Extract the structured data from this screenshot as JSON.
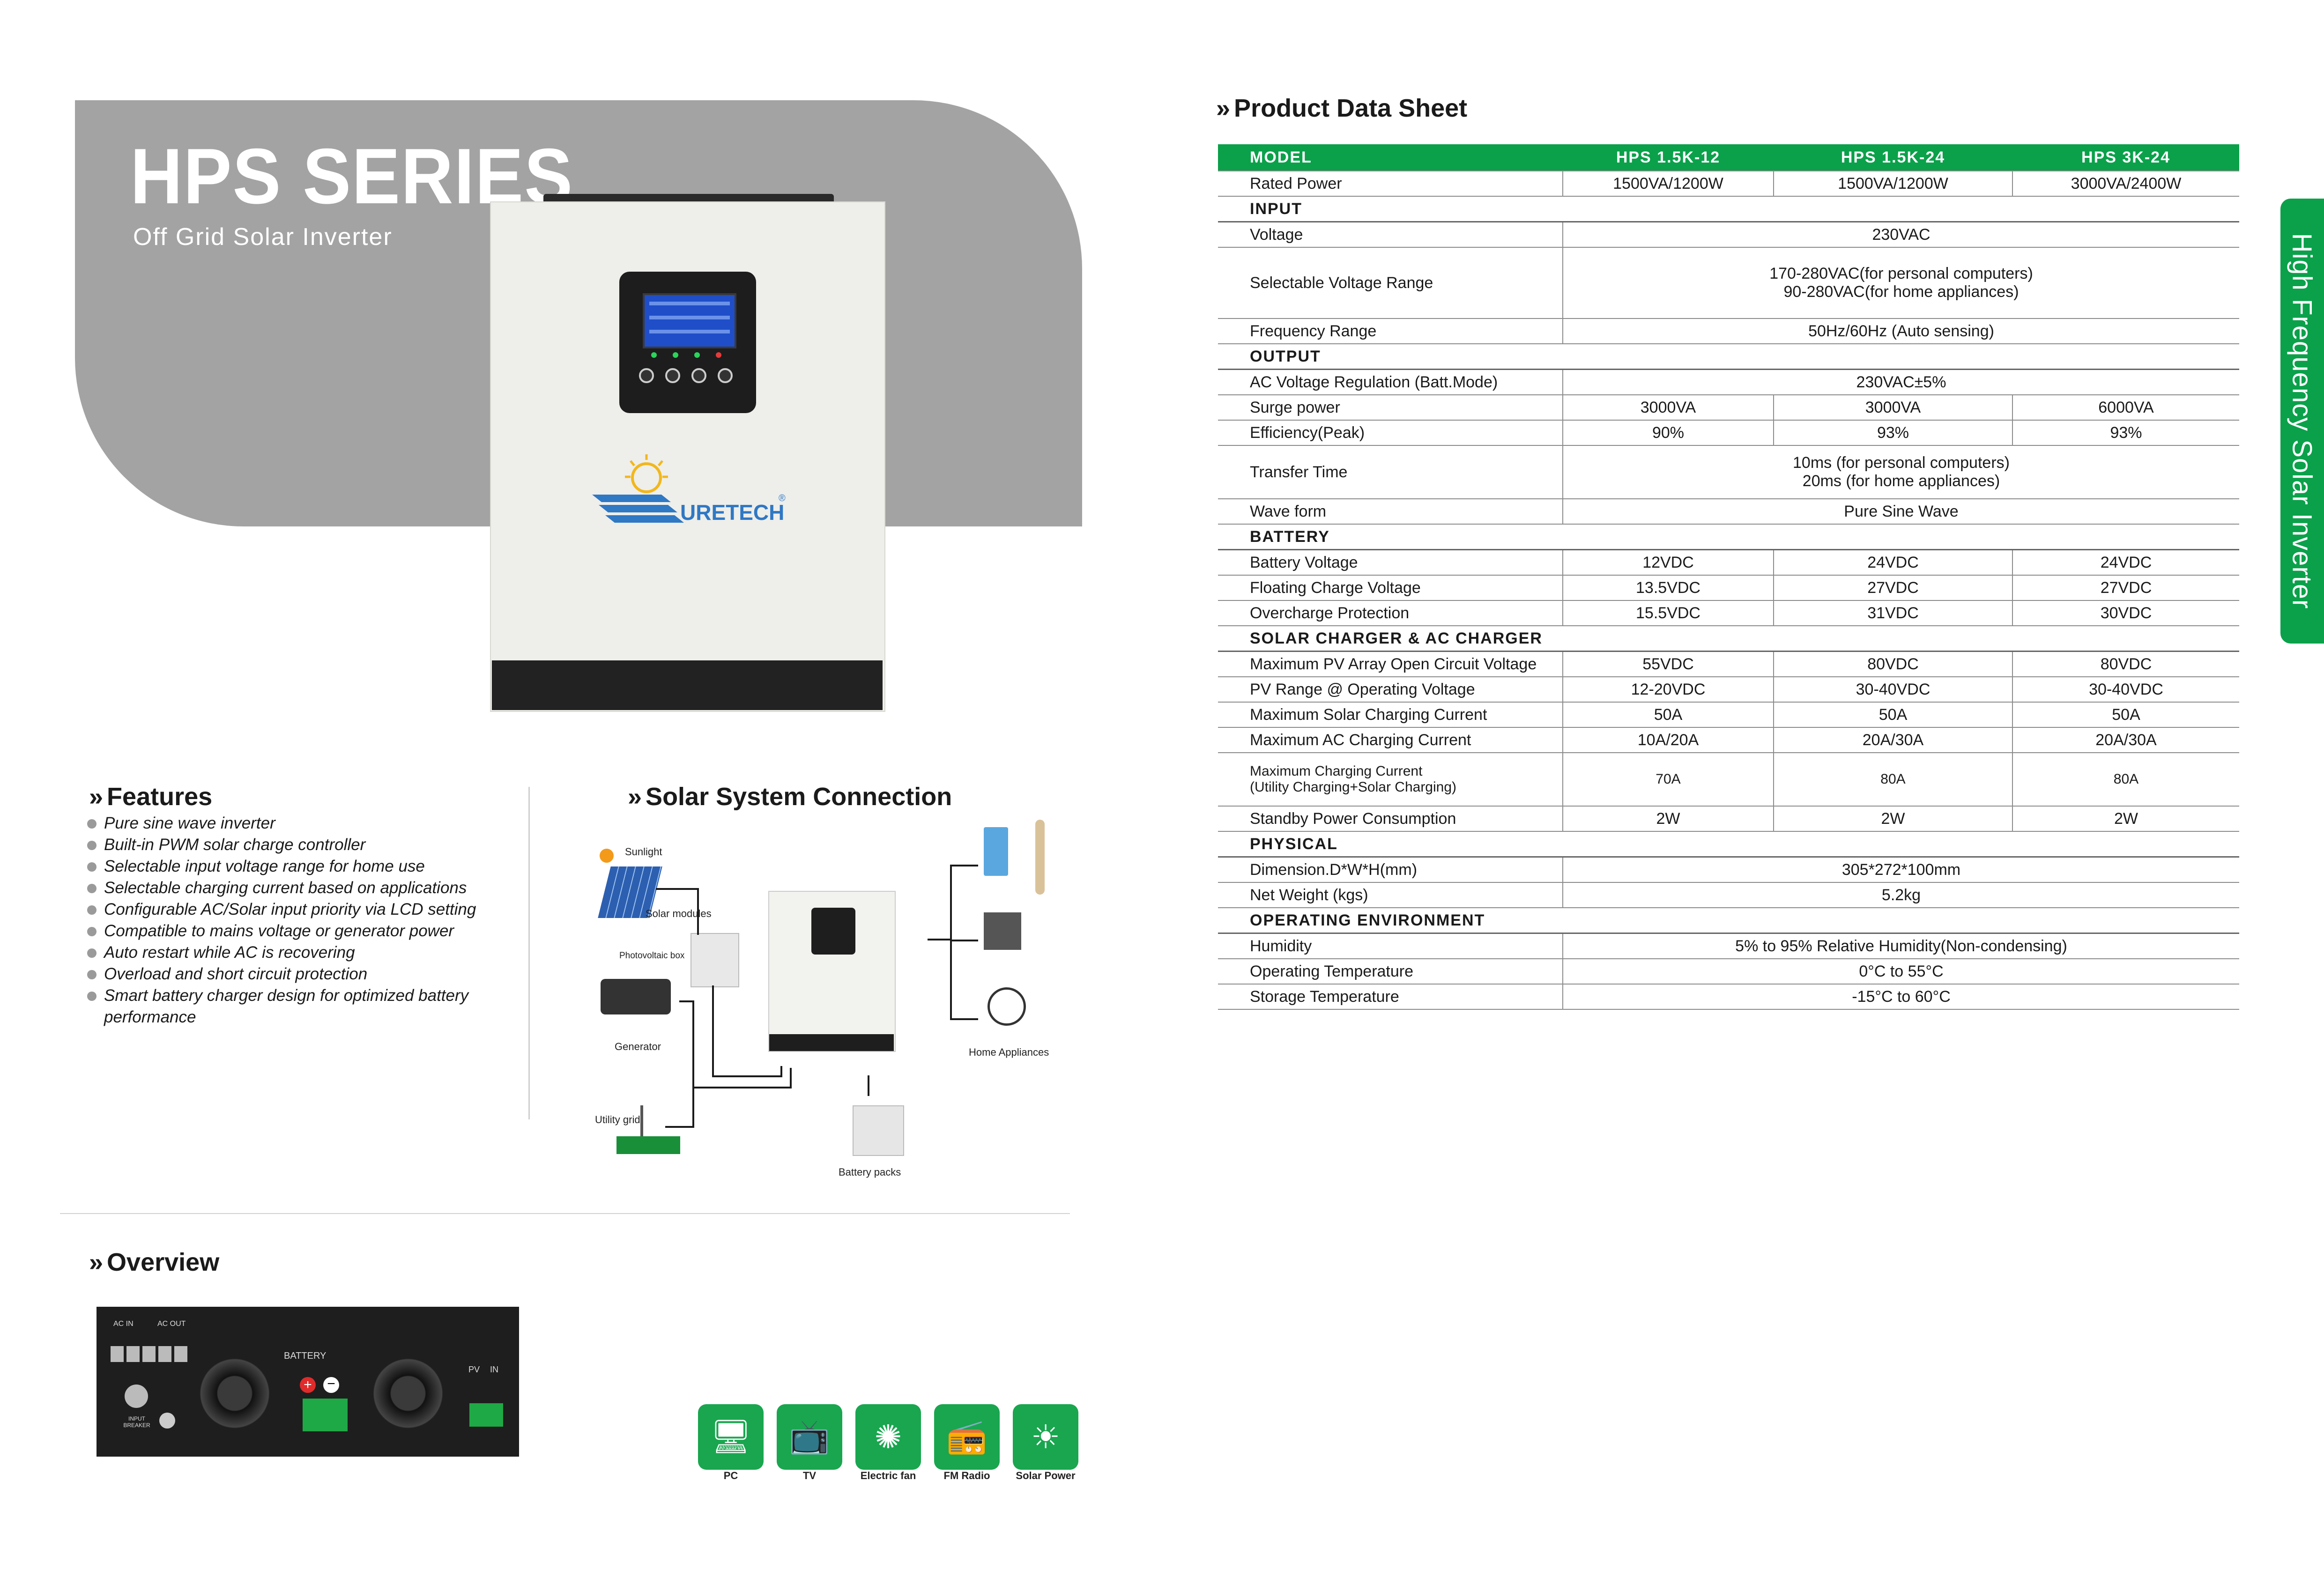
{
  "hero": {
    "title": "HPS SERIES",
    "subtitle": "Off Grid Solar Inverter",
    "brand": "URETECH",
    "brand_mark": "®"
  },
  "datasheet": {
    "heading": "Product Data Sheet",
    "side_tab": "High Frequency Solar Inverter",
    "header": [
      "MODEL",
      "HPS 1.5K-12",
      "HPS 1.5K-24",
      "HPS 3K-24"
    ],
    "rows": [
      {
        "kind": "row3",
        "label": "Rated Power",
        "values": [
          "1500VA/1200W",
          "1500VA/1200W",
          "3000VA/2400W"
        ]
      },
      {
        "kind": "section",
        "label": "INPUT"
      },
      {
        "kind": "span",
        "label": "Voltage",
        "value": "230VAC"
      },
      {
        "kind": "span2",
        "label": "Selectable Voltage Range",
        "value": "170-280VAC(for personal computers)",
        "value2": "90-280VAC(for home appliances)"
      },
      {
        "kind": "span",
        "label": "Frequency Range",
        "value": "50Hz/60Hz (Auto sensing)"
      },
      {
        "kind": "section",
        "label": "OUTPUT"
      },
      {
        "kind": "span",
        "label": "AC Voltage Regulation (Batt.Mode)",
        "value": "230VAC±5%"
      },
      {
        "kind": "row3",
        "label": "Surge power",
        "values": [
          "3000VA",
          "3000VA",
          "6000VA"
        ]
      },
      {
        "kind": "row3",
        "label": "Efficiency(Peak)",
        "values": [
          "90%",
          "93%",
          "93%"
        ]
      },
      {
        "kind": "span2m",
        "label": "Transfer Time",
        "value": "10ms (for personal computers)",
        "value2": "20ms (for home appliances)"
      },
      {
        "kind": "span",
        "label": "Wave form",
        "value": "Pure Sine Wave"
      },
      {
        "kind": "section",
        "label": "BATTERY"
      },
      {
        "kind": "row3",
        "label": "Battery Voltage",
        "values": [
          "12VDC",
          "24VDC",
          "24VDC"
        ]
      },
      {
        "kind": "row3",
        "label": "Floating Charge Voltage",
        "values": [
          "13.5VDC",
          "27VDC",
          "27VDC"
        ]
      },
      {
        "kind": "row3",
        "label": "Overcharge Protection",
        "values": [
          "15.5VDC",
          "31VDC",
          "30VDC"
        ]
      },
      {
        "kind": "section",
        "label": "SOLAR CHARGER & AC CHARGER"
      },
      {
        "kind": "row3",
        "label": "Maximum PV Array Open Circuit Voltage",
        "values": [
          "55VDC",
          "80VDC",
          "80VDC"
        ]
      },
      {
        "kind": "row3",
        "label": "PV Range @ Operating Voltage",
        "values": [
          "12-20VDC",
          "30-40VDC",
          "30-40VDC"
        ]
      },
      {
        "kind": "row3",
        "label": "Maximum Solar Charging Current",
        "values": [
          "50A",
          "50A",
          "50A"
        ]
      },
      {
        "kind": "row3",
        "label": "Maximum AC Charging Current",
        "values": [
          "10A/20A",
          "20A/30A",
          "20A/30A"
        ]
      },
      {
        "kind": "row3m",
        "label": "Maximum Charging Current",
        "label2": "(Utility Charging+Solar Charging)",
        "values": [
          "70A",
          "80A",
          "80A"
        ]
      },
      {
        "kind": "row3",
        "label": "Standby Power Consumption",
        "values": [
          "2W",
          "2W",
          "2W"
        ]
      },
      {
        "kind": "section",
        "label": "PHYSICAL"
      },
      {
        "kind": "span",
        "label": "Dimension.D*W*H(mm)",
        "value": "305*272*100mm"
      },
      {
        "kind": "span",
        "label": "Net Weight (kgs)",
        "value": "5.2kg"
      },
      {
        "kind": "section",
        "label": "OPERATING ENVIRONMENT"
      },
      {
        "kind": "span",
        "label": "Humidity",
        "value": "5% to 95% Relative Humidity(Non-condensing)"
      },
      {
        "kind": "span",
        "label": "Operating Temperature",
        "value": "0°C to 55°C"
      },
      {
        "kind": "span",
        "label": "Storage Temperature",
        "value": "-15°C to 60°C"
      }
    ]
  },
  "features": {
    "heading": "Features",
    "items": [
      "Pure sine wave inverter",
      "Built-in PWM solar charge controller",
      "Selectable input voltage range for home use",
      "Selectable charging current based on applications",
      "Configurable AC/Solar input priority via LCD setting",
      "Compatible to mains voltage or generator power",
      "Auto restart while AC is recovering",
      "Overload and short circuit protection",
      "Smart battery charger design for optimized battery performance"
    ]
  },
  "connection": {
    "heading": "Solar System Connection",
    "labels": {
      "sunlight": "Sunlight",
      "solar_modules": "Solar modules",
      "pv_box": "Photovoltaic box",
      "generator": "Generator",
      "utility": "Utility grid",
      "battery": "Battery packs",
      "home": "Home Appliances"
    }
  },
  "overview": {
    "heading": "Overview",
    "panel_labels": {
      "ac_in": "AC IN",
      "ac_out": "AC OUT",
      "battery": "BATTERY",
      "pv": "PV",
      "in": "IN",
      "breaker": "INPUT BREAKER"
    }
  },
  "appliances": [
    {
      "label": "PC",
      "icon": "pc-icon"
    },
    {
      "label": "TV",
      "icon": "tv-icon"
    },
    {
      "label": "Electric fan",
      "icon": "fan-icon"
    },
    {
      "label": "FM Radio",
      "icon": "radio-icon"
    },
    {
      "label": "Solar Power",
      "icon": "solar-panel-icon"
    }
  ],
  "colors": {
    "accent": "#0aa14a",
    "hero_gray": "#a3a3a3"
  }
}
